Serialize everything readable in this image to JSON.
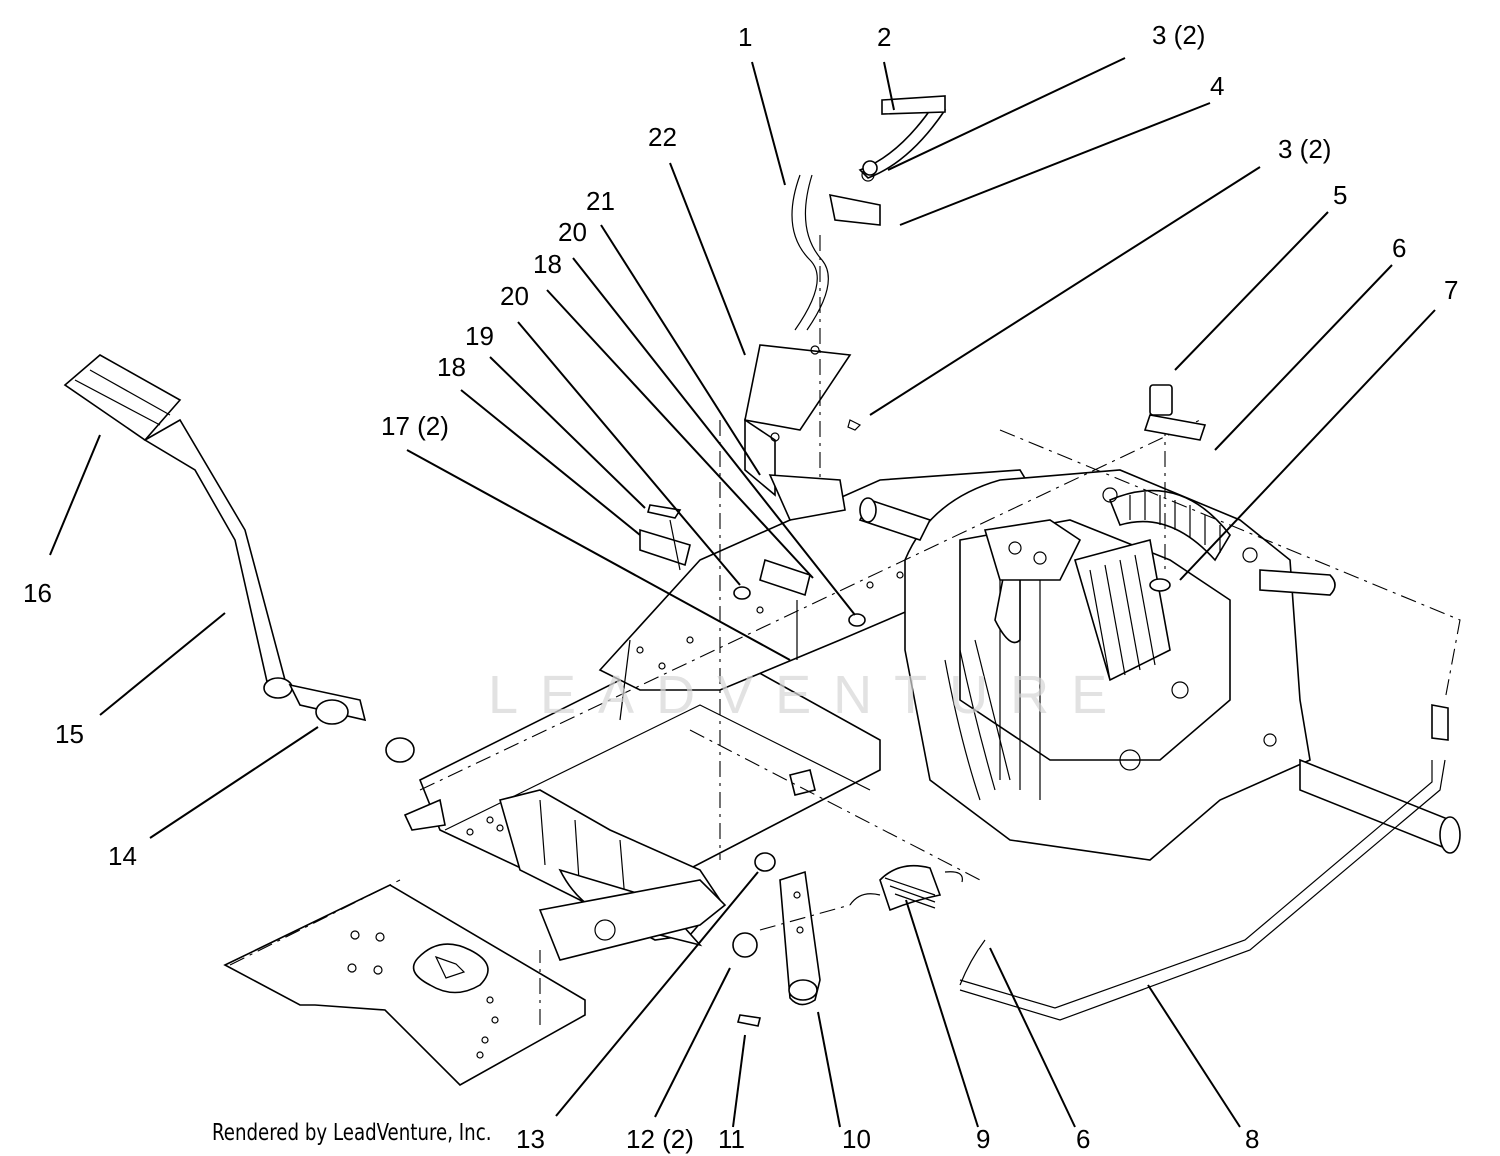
{
  "callouts": [
    {
      "id": "c1",
      "text": "1"
    },
    {
      "id": "c2",
      "text": "2"
    },
    {
      "id": "c3a",
      "text": "3 (2)"
    },
    {
      "id": "c4",
      "text": "4"
    },
    {
      "id": "c3b",
      "text": "3 (2)"
    },
    {
      "id": "c5",
      "text": "5"
    },
    {
      "id": "c6a",
      "text": "6"
    },
    {
      "id": "c7",
      "text": "7"
    },
    {
      "id": "c22",
      "text": "22"
    },
    {
      "id": "c21",
      "text": "21"
    },
    {
      "id": "c20a",
      "text": "20"
    },
    {
      "id": "c18a",
      "text": "18"
    },
    {
      "id": "c20b",
      "text": "20"
    },
    {
      "id": "c19",
      "text": "19"
    },
    {
      "id": "c18b",
      "text": "18"
    },
    {
      "id": "c17",
      "text": "17 (2)"
    },
    {
      "id": "c16",
      "text": "16"
    },
    {
      "id": "c15",
      "text": "15"
    },
    {
      "id": "c14",
      "text": "14"
    },
    {
      "id": "c13",
      "text": "13"
    },
    {
      "id": "c12",
      "text": "12 (2)"
    },
    {
      "id": "c11",
      "text": "11"
    },
    {
      "id": "c10",
      "text": "10"
    },
    {
      "id": "c9",
      "text": "9"
    },
    {
      "id": "c6b",
      "text": "6"
    },
    {
      "id": "c8",
      "text": "8"
    }
  ],
  "credit": "Rendered by LeadVenture, Inc.",
  "watermark": "LEADVENTURE"
}
